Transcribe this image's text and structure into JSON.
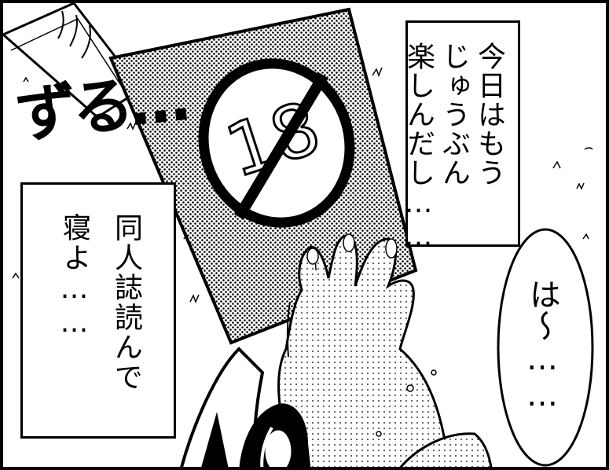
{
  "panel": {
    "sfx": "ずる…",
    "book_cover_number": "18",
    "caption_right": "今日はもう\nじゅうぶん\n楽しんだし……",
    "caption_left": "同人誌読んで\n寝よ……",
    "speech_bubble": "は〜……"
  }
}
